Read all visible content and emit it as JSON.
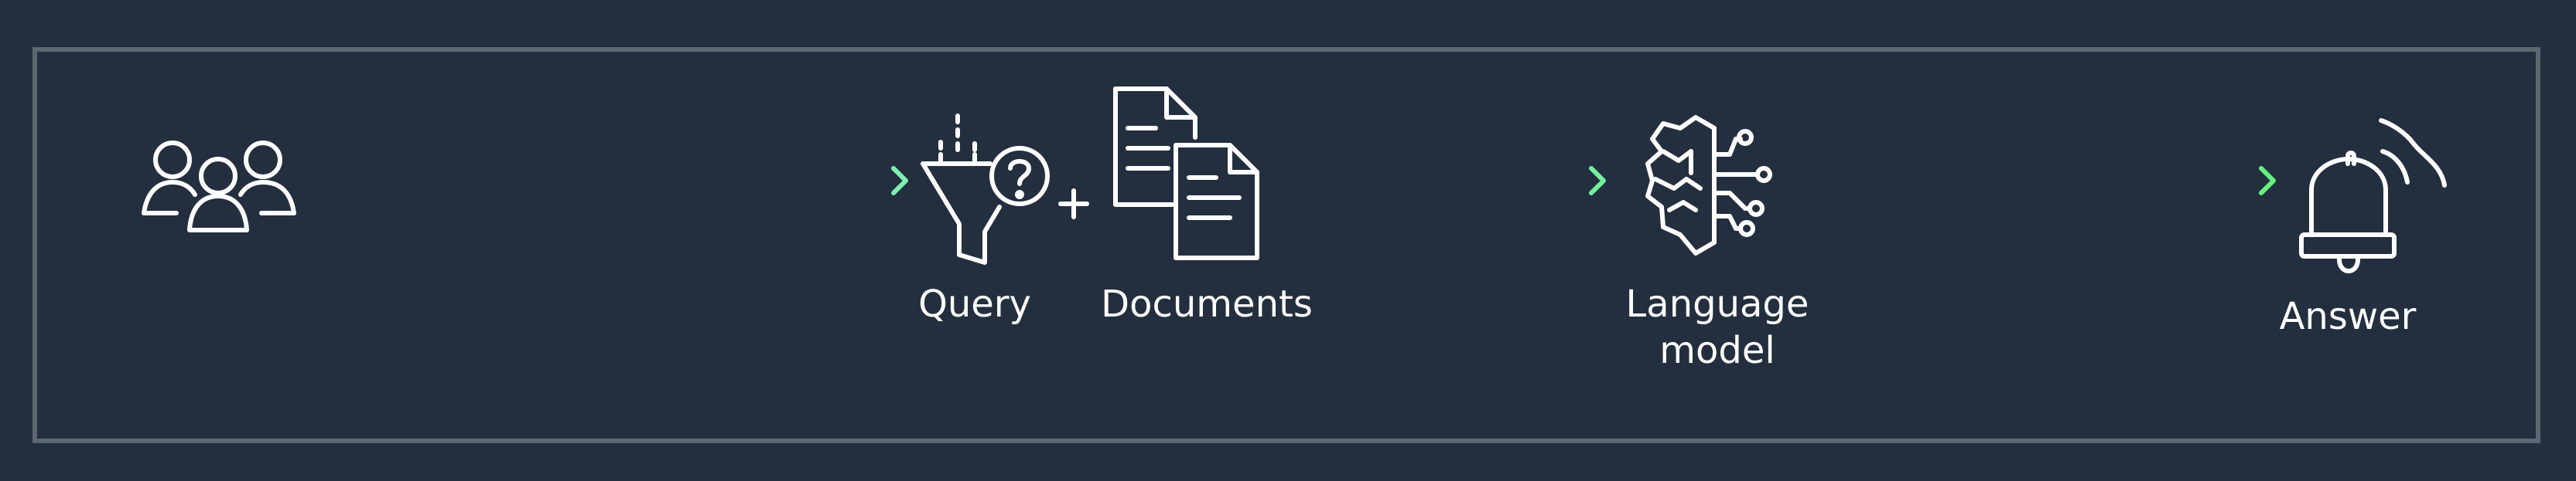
{
  "nodes": {
    "users": {
      "icon": "users-icon"
    },
    "query": {
      "label": "Query",
      "icon": "query-filter-icon"
    },
    "plus": {
      "icon": "plus-icon"
    },
    "documents": {
      "label": "Documents",
      "icon": "documents-icon"
    },
    "language_model": {
      "label": "Language\nmodel",
      "icon": "brain-circuit-icon"
    },
    "answer": {
      "label": "Answer",
      "icon": "bell-icon"
    }
  },
  "colors": {
    "background": "#232f3e",
    "frame": "#5e6671",
    "icon": "#ffffff",
    "arrow_start": "#8ee8d8",
    "arrow_end": "#6cf08c"
  }
}
